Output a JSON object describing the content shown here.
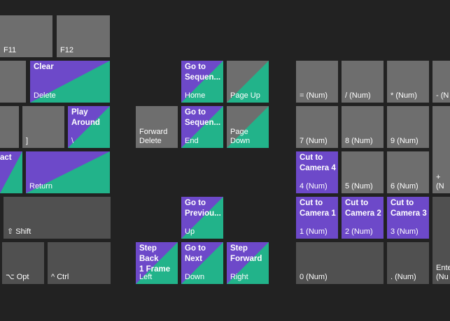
{
  "colors": {
    "background": "#222222",
    "key": "#6e6e6e",
    "key_dim": "#505050",
    "command_purple": "#6d49c9",
    "command_green": "#22b38a",
    "text": "#ffffff"
  },
  "keys": {
    "f11": {
      "label": "F11"
    },
    "f12": {
      "label": "F12"
    },
    "delete": {
      "label": "Delete",
      "command": "Clear"
    },
    "bracket_close": {
      "label": "]"
    },
    "backslash": {
      "label": "\\",
      "command": "Play\nAround"
    },
    "act_key": {
      "command": "act"
    },
    "return": {
      "label": "Return"
    },
    "shift": {
      "label": "⇧ Shift"
    },
    "opt": {
      "label": "⌥ Opt"
    },
    "ctrl": {
      "label": "^ Ctrl"
    },
    "home": {
      "label": "Home",
      "command": "Go to\nSequen..."
    },
    "page_up": {
      "label": "Page Up"
    },
    "forward_delete": {
      "label": "Forward\nDelete"
    },
    "end": {
      "label": "End",
      "command": "Go to\nSequen..."
    },
    "page_down": {
      "label": "Page\nDown"
    },
    "up": {
      "label": "Up",
      "command": "Go to\nPreviou..."
    },
    "left": {
      "label": "Left",
      "command": "Step Back\n1 Frame"
    },
    "down": {
      "label": "Down",
      "command": "Go to\nNext"
    },
    "right": {
      "label": "Right",
      "command": "Step\nForward"
    },
    "num_equal": {
      "label": "= (Num)"
    },
    "num_slash": {
      "label": "/ (Num)"
    },
    "num_star": {
      "label": "* (Num)"
    },
    "num_minus": {
      "label": "- (N"
    },
    "num_7": {
      "label": "7 (Num)"
    },
    "num_8": {
      "label": "8 (Num)"
    },
    "num_9": {
      "label": "9 (Num)"
    },
    "num_4": {
      "label": "4 (Num)",
      "command": "Cut to\nCamera 4"
    },
    "num_5": {
      "label": "5 (Num)"
    },
    "num_6": {
      "label": "6 (Num)"
    },
    "num_plus": {
      "label": "+ (N"
    },
    "num_1": {
      "label": "1 (Num)",
      "command": "Cut to\nCamera 1"
    },
    "num_2": {
      "label": "2 (Num)",
      "command": "Cut to\nCamera 2"
    },
    "num_3": {
      "label": "3 (Num)",
      "command": "Cut to\nCamera 3"
    },
    "num_0": {
      "label": "0 (Num)"
    },
    "num_dot": {
      "label": ". (Num)"
    },
    "num_enter": {
      "label": "Ente\n(Nu"
    }
  }
}
